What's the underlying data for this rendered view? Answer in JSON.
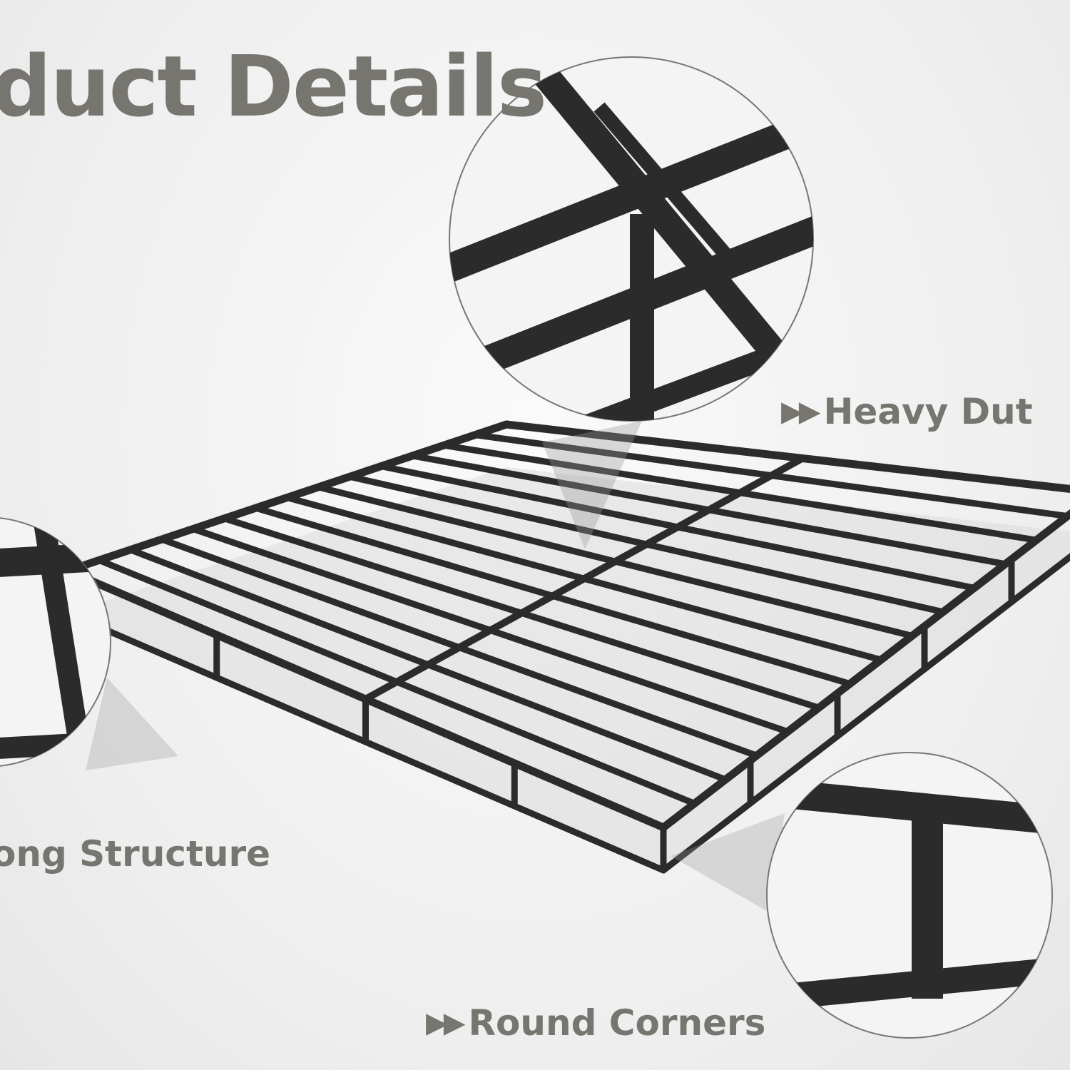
{
  "title": "duct Details",
  "features": {
    "heavy_duty": {
      "arrows": "▶▶",
      "text": "Heavy Dut"
    },
    "strong_structure": {
      "text": "ong Structure"
    },
    "round_corners": {
      "arrows": "▶▶",
      "text": "Round Corners"
    }
  },
  "colors": {
    "text": "#77756f",
    "metal": "#2b2b2b",
    "background": "#f2f2f2"
  },
  "frame": {
    "slat_count": 14
  }
}
